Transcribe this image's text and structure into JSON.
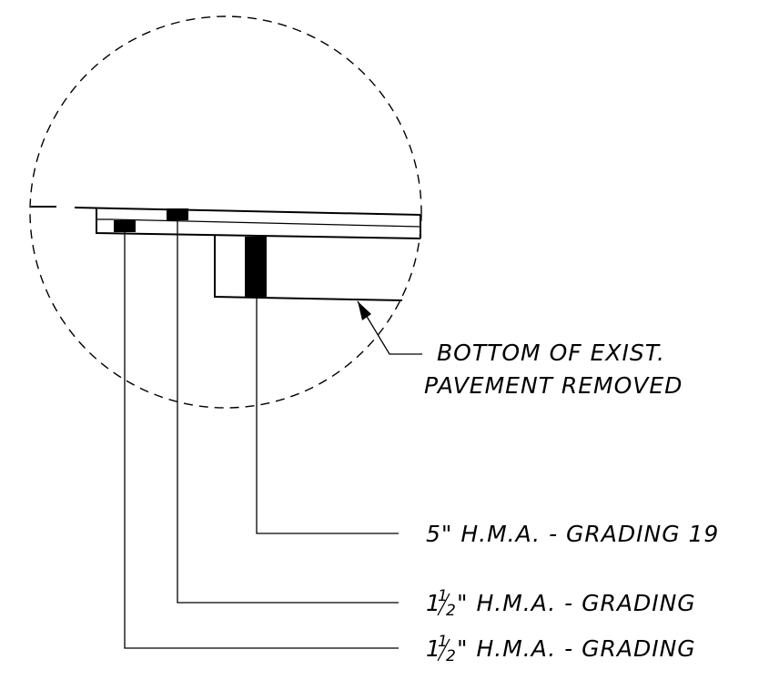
{
  "callouts": {
    "bottom_line1": "BOTTOM OF EXIST.",
    "bottom_line2": "PAVEMENT REMOVED",
    "layer_5in": "5\" H.M.A. - GRADING 19",
    "layer_top_a": {
      "whole": "1",
      "num": "1",
      "den": "2",
      "text": "\" H.M.A. - GRADING"
    },
    "layer_top_b": {
      "whole": "1",
      "num": "1",
      "den": "2",
      "text": "\" H.M.A. - GRADING"
    }
  },
  "colors": {
    "ink": "#000000",
    "paper": "#ffffff"
  }
}
